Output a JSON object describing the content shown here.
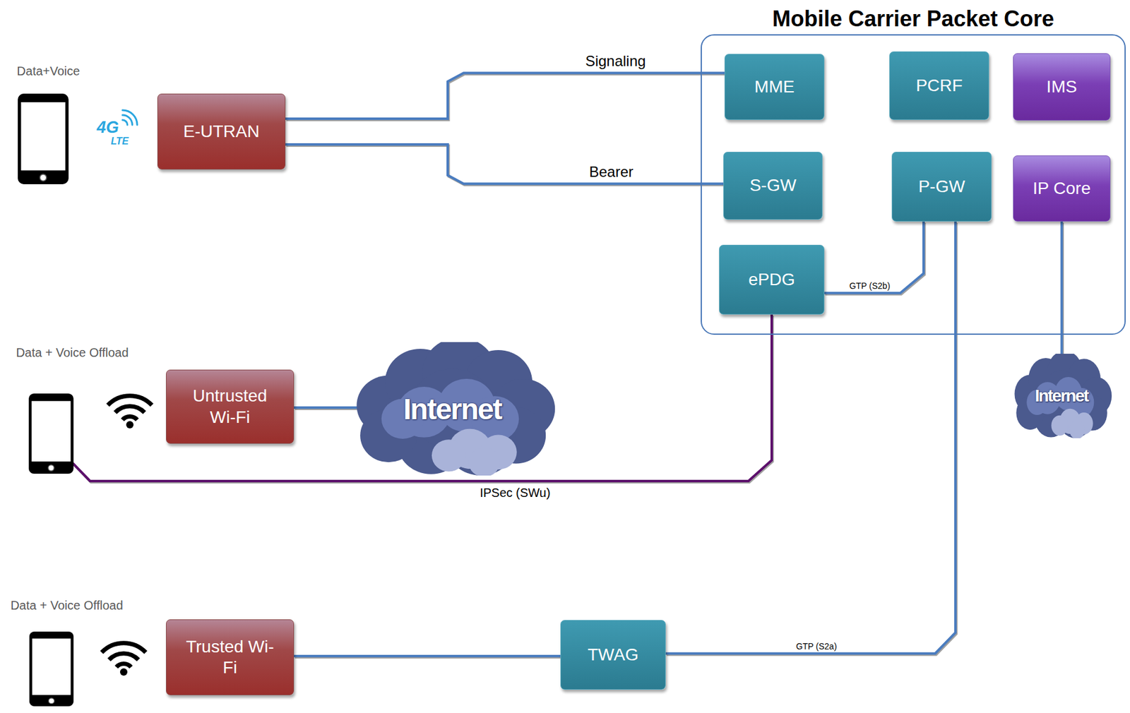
{
  "diagram": {
    "nodes": [
      {
        "text": [
          "Data+Voice"
        ]
      },
      {
        "text": [
          "E-UTRAN"
        ]
      },
      {
        "text": [
          "Mobile Carrier Packet Core"
        ]
      },
      {
        "text": [
          "MME"
        ],
        "in": 2
      },
      {
        "text": [
          "PCRF"
        ],
        "in": 2
      },
      {
        "text": [
          "IMS"
        ],
        "in": 2
      },
      {
        "text": [
          "S-GW"
        ],
        "in": 2
      },
      {
        "text": [
          "P-GW"
        ],
        "in": 2
      },
      {
        "text": [
          "IP Core"
        ],
        "in": 2
      },
      {
        "text": [
          "ePDG"
        ],
        "in": 2
      },
      {
        "text": [
          "Data + Voice Offload"
        ]
      },
      {
        "text": [
          "Untrusted Wi-Fi"
        ]
      },
      {
        "text": [
          "Internet"
        ]
      },
      {
        "text": [
          "Internet"
        ]
      },
      {
        "text": [
          "Data + Voice Offload"
        ]
      },
      {
        "text": [
          "Trusted Wi-Fi"
        ]
      },
      {
        "text": [
          "TWAG"
        ]
      }
    ],
    "edges": [
      {
        "from": 1,
        "to": 3,
        "label": "Signaling",
        "arrow": "none"
      },
      {
        "from": 1,
        "to": 6,
        "label": "Bearer",
        "arrow": "none"
      },
      {
        "from": 9,
        "to": 7,
        "label": "GTP (S2b)",
        "arrow": "none"
      },
      {
        "from": 11,
        "to": 12,
        "arrow": "none"
      },
      {
        "from": 10,
        "to": 9,
        "label": "IPSec (SWu)",
        "arrow": "none"
      },
      {
        "from": 8,
        "to": 13,
        "arrow": "none"
      },
      {
        "from": 15,
        "to": 16,
        "arrow": "none"
      },
      {
        "from": 16,
        "to": 7,
        "label": "GTP (S2a)",
        "arrow": "none"
      }
    ],
    "labels": [
      "4G",
      "LTE"
    ]
  }
}
